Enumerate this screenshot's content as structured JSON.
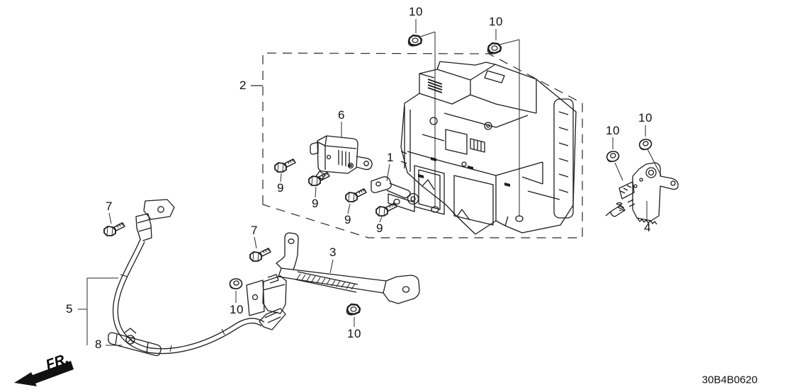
{
  "diagram": {
    "part_code": "30B4B0620",
    "fr_label": "FR.",
    "callouts": [
      {
        "text": "2"
      },
      {
        "text": "10"
      },
      {
        "text": "10"
      },
      {
        "text": "6"
      },
      {
        "text": "1"
      },
      {
        "text": "9"
      },
      {
        "text": "9"
      },
      {
        "text": "9"
      },
      {
        "text": "9"
      },
      {
        "text": "10"
      },
      {
        "text": "10"
      },
      {
        "text": "4"
      },
      {
        "text": "7"
      },
      {
        "text": "7"
      },
      {
        "text": "3"
      },
      {
        "text": "10"
      },
      {
        "text": "10"
      },
      {
        "text": "5"
      },
      {
        "text": "8"
      }
    ]
  }
}
